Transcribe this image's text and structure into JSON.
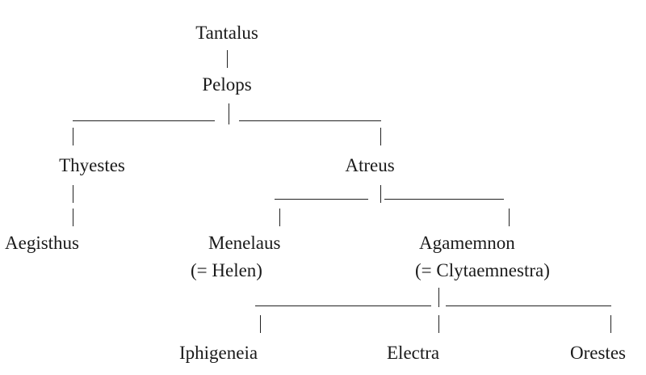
{
  "family_tree": {
    "generation_1": {
      "tantalus": "Tantalus"
    },
    "generation_2": {
      "pelops": "Pelops"
    },
    "generation_3": {
      "thyestes": "Thyestes",
      "atreus": "Atreus"
    },
    "generation_4": {
      "aegisthus": "Aegisthus",
      "menelaus": "Menelaus",
      "menelaus_spouse": "(= Helen)",
      "agamemnon": "Agamemnon",
      "agamemnon_spouse": "(= Clytaemnestra)"
    },
    "generation_5": {
      "iphigeneia": "Iphigeneia",
      "electra": "Electra",
      "orestes": "Orestes"
    }
  }
}
